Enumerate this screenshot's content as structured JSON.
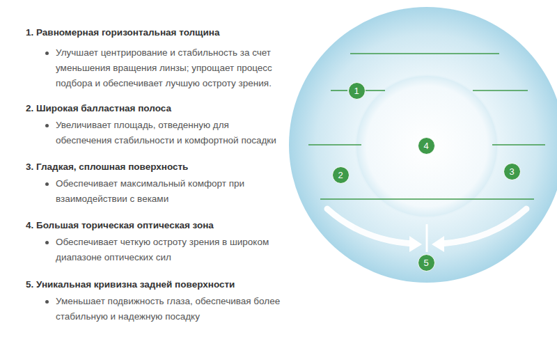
{
  "diagram": {
    "nodes": [
      {
        "text": [
          "1"
        ]
      },
      {
        "text": [
          "2"
        ]
      },
      {
        "text": [
          "3"
        ]
      },
      {
        "text": [
          "4"
        ]
      },
      {
        "text": [
          "5"
        ]
      }
    ],
    "labels": [
      "1. Равномерная горизонтальная толщина",
      "Улучшает центрирование и стабильность за счет уменьшения вращения линзы; упрощает процесс подбора и обеспечивает лучшую остроту зрения.",
      "2. Широкая балластная полоса",
      "Увеличивает площадь, отведенную для обеспечения стабильности и комфортной посадки",
      "3. Гладкая, сплошная поверхность",
      "Обеспечивает максимальный комфорт при взаимодействии с веками",
      "4. Большая торическая оптическая зона",
      "Обеспечивает четкую остроту зрения в широком диапазоне оптических сил",
      "5. Уникальная кривизна задней поверхности",
      "Уменьшает подвижность глаза, обеспечивая более стабильную и надежную посадку"
    ]
  }
}
